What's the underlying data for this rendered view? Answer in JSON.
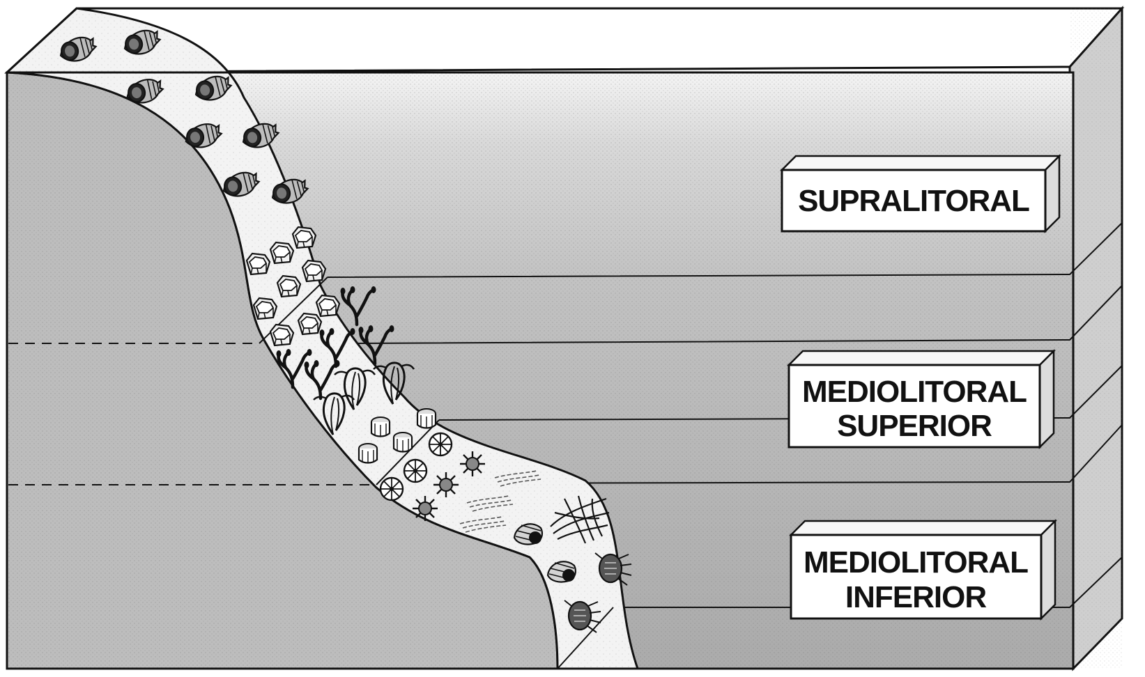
{
  "zones": [
    {
      "id": "supralitoral",
      "lines": [
        "SUPRALITORAL"
      ]
    },
    {
      "id": "mediolitoral-superior",
      "lines": [
        "MEDIOLITORAL",
        "SUPERIOR"
      ]
    },
    {
      "id": "mediolitoral-inferior",
      "lines": [
        "MEDIOLITORAL",
        "INFERIOR"
      ]
    }
  ],
  "organisms": {
    "supralitoral": "periwinkle-snail",
    "upper_mediolitoral_top": "barnacle",
    "upper_mediolitoral_bottom": "fucoid-seaweed",
    "lower_mediolitoral_top": "limpet",
    "lower_mediolitoral_bottom": "sea-urchin",
    "lower_band": "top-shell-snail"
  },
  "colors": {
    "outline": "#111111",
    "rock": "#b9b9b9",
    "water_far": "#d2d2d2",
    "water_near": "#a9a9a9",
    "strip": "#f1f1f1",
    "label_box": "#ffffff"
  }
}
